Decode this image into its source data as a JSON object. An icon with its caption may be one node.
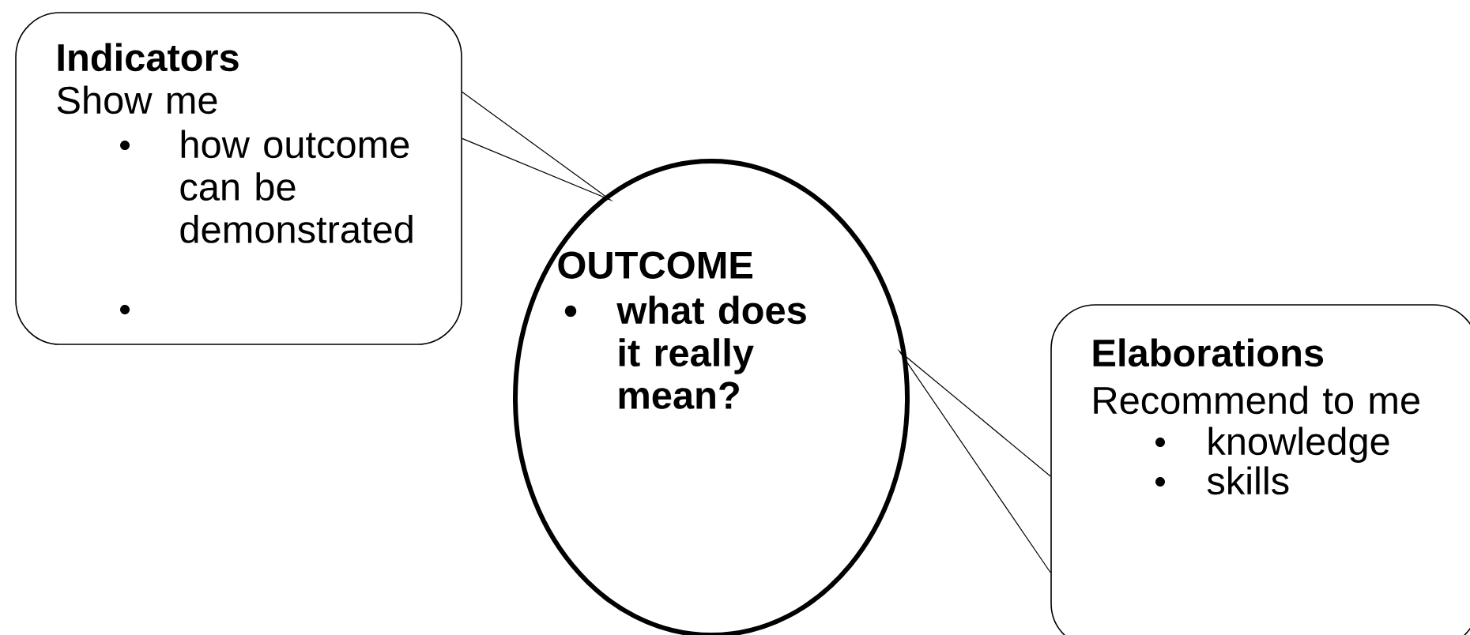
{
  "diagram": {
    "nodes": [
      {
        "text": [
          "Indicators",
          "Show me",
          "how outcome can be demonstrated"
        ]
      },
      {
        "text": [
          "OUTCOME",
          "what does it really mean?"
        ]
      },
      {
        "text": [
          "Elaborations",
          "Recommend to me",
          "knowledge",
          "skills"
        ]
      }
    ],
    "edges": [
      {
        "from": 0,
        "to": 1,
        "arrow": "none"
      },
      {
        "from": 2,
        "to": 1,
        "arrow": "none"
      }
    ]
  }
}
